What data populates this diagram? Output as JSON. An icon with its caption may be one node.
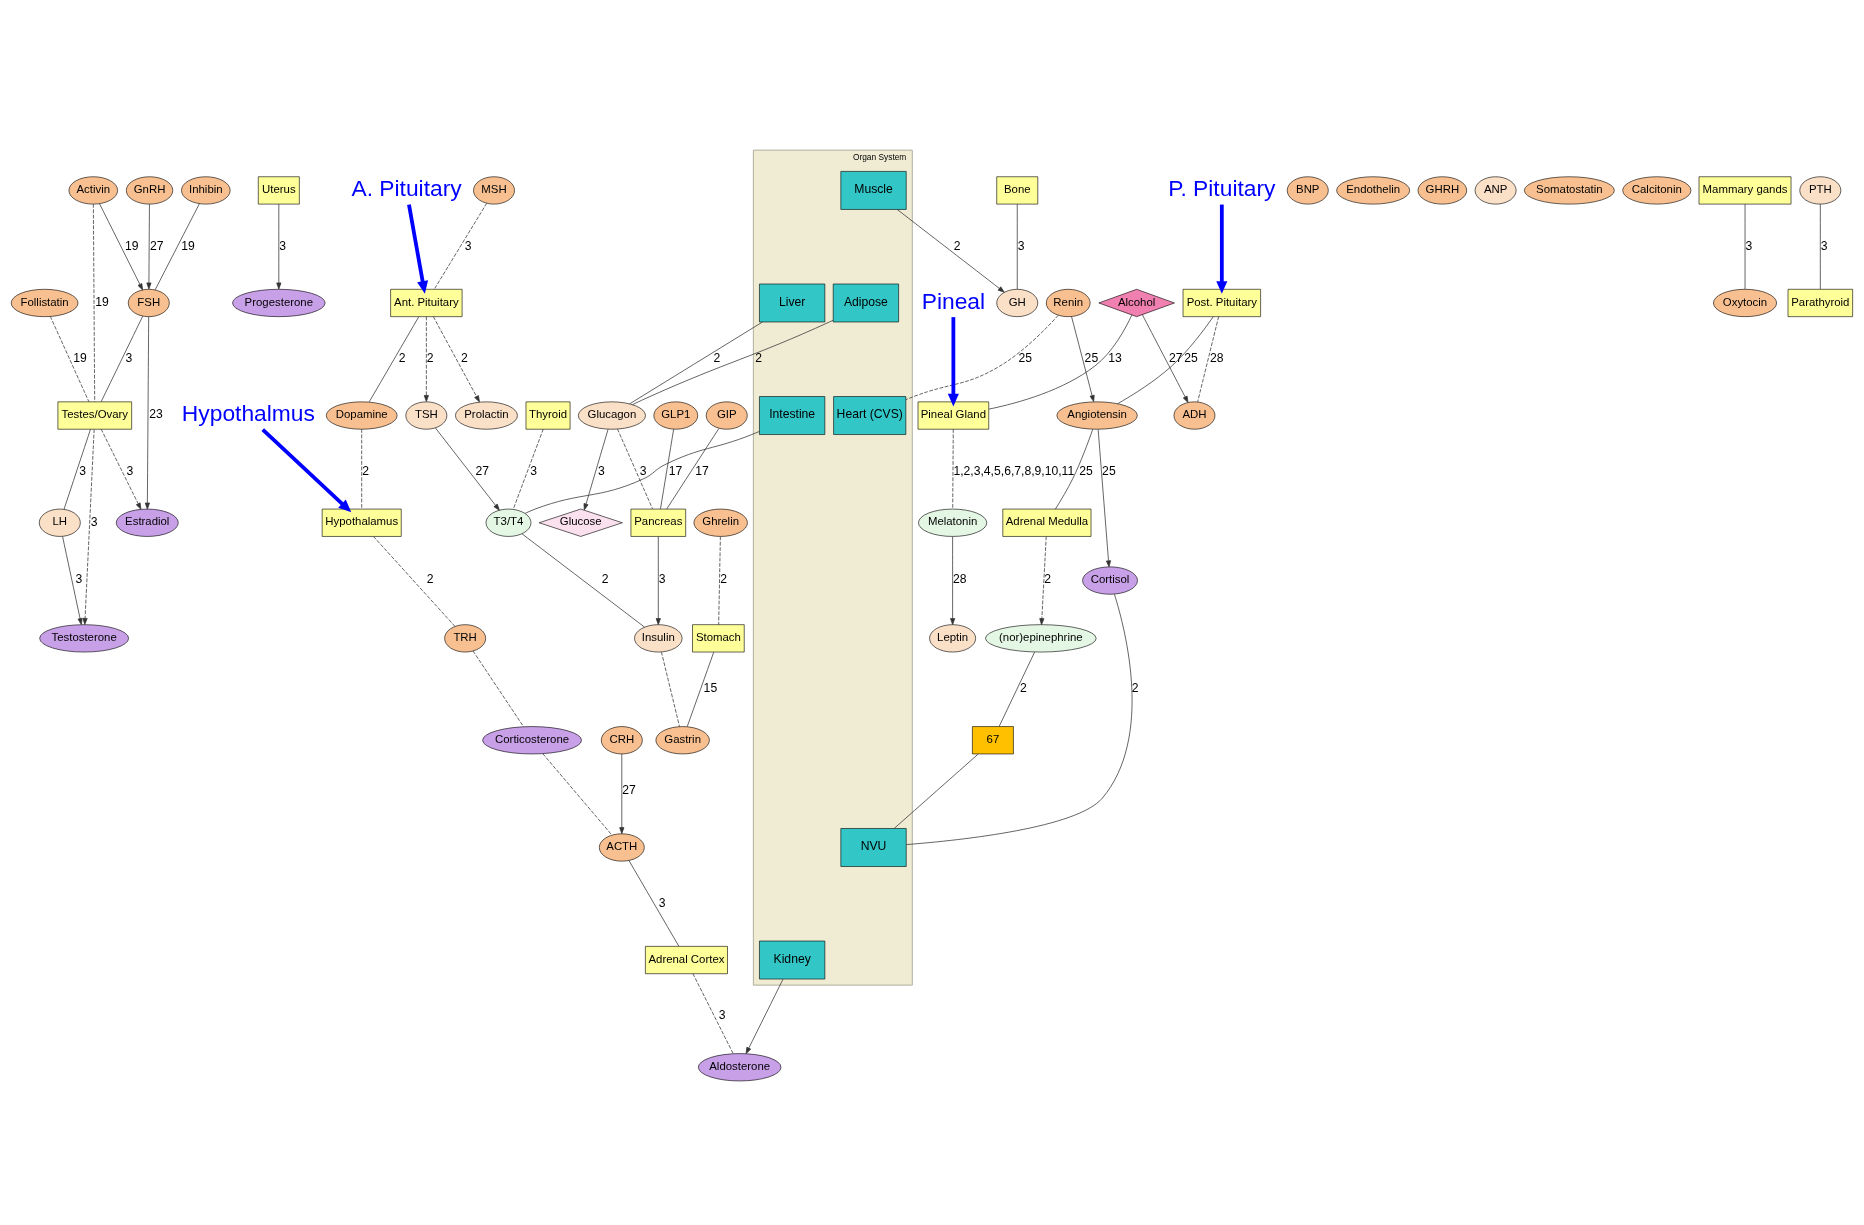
{
  "diagram": {
    "nodes": [
      {
        "text": [
          "Inhibin"
        ]
      },
      {
        "text": [
          "Follistatin"
        ]
      },
      {
        "text": [
          "Activin"
        ]
      },
      {
        "text": [
          "FSH"
        ]
      },
      {
        "text": [
          "Testes/Ovary"
        ]
      },
      {
        "text": [
          "LH"
        ]
      },
      {
        "text": [
          "Uterus"
        ]
      },
      {
        "text": [
          "Pineal Gland"
        ]
      },
      {
        "text": [
          "Melatonin"
        ]
      },
      {
        "text": [
          "BNP"
        ]
      },
      {
        "text": [
          "Post. Pituitary"
        ]
      },
      {
        "text": [
          "Angiotensin"
        ]
      },
      {
        "text": [
          "Adrenal Medulla"
        ]
      },
      {
        "text": [
          "Renin"
        ]
      },
      {
        "text": [
          "Organ System"
        ]
      },
      {
        "text": [
          "Liver"
        ],
        "in": 14
      },
      {
        "text": [
          "Adipose"
        ],
        "in": 14
      },
      {
        "text": [
          "NVU"
        ],
        "in": 14
      },
      {
        "text": [
          "Heart (CVS)"
        ],
        "in": 14
      },
      {
        "text": [
          "Muscle"
        ],
        "in": 14
      },
      {
        "text": [
          "Kidney"
        ],
        "in": 14
      },
      {
        "text": [
          "Intestine"
        ],
        "in": 14
      },
      {
        "text": [
          "Glucagon"
        ]
      },
      {
        "text": [
          "Ghrelin"
        ]
      },
      {
        "text": [
          "Stomach"
        ]
      },
      {
        "text": [
          "Alcohol"
        ]
      },
      {
        "text": [
          "Estradiol"
        ]
      },
      {
        "text": [
          "Testosterone"
        ]
      },
      {
        "text": [
          "Progesterone"
        ]
      },
      {
        "text": [
          "Endothelin"
        ]
      },
      {
        "text": [
          "GHRH"
        ]
      },
      {
        "text": [
          "ANP"
        ]
      },
      {
        "text": [
          "Somatostatin"
        ]
      },
      {
        "text": [
          "ADH"
        ]
      },
      {
        "text": [
          "Leptin"
        ]
      },
      {
        "text": [
          "Cortisol"
        ]
      },
      {
        "text": [
          "(nor)epinephrine"
        ]
      },
      {
        "text": [
          "67"
        ]
      },
      {
        "text": [
          "Glucose"
        ]
      },
      {
        "text": [
          "Calcitonin"
        ]
      },
      {
        "text": [
          "GLP1"
        ]
      },
      {
        "text": [
          "GIP"
        ]
      },
      {
        "text": [
          "Pancreas"
        ]
      },
      {
        "text": [
          "GnRH"
        ]
      },
      {
        "text": [
          "Mammary gands"
        ]
      },
      {
        "text": [
          "Oxytocin"
        ]
      },
      {
        "text": [
          "MSH"
        ]
      },
      {
        "text": [
          "Ant. Pituitary"
        ]
      },
      {
        "text": [
          "Dopamine"
        ]
      },
      {
        "text": [
          "Hypothalamus"
        ]
      },
      {
        "text": [
          "CRH"
        ]
      },
      {
        "text": [
          "Bone"
        ]
      },
      {
        "text": [
          "GH"
        ]
      },
      {
        "text": [
          "PTH"
        ]
      },
      {
        "text": [
          "Parathyroid"
        ]
      },
      {
        "text": [
          "T3/T4"
        ]
      },
      {
        "text": [
          "Insulin"
        ]
      },
      {
        "text": [
          "Gastrin"
        ]
      },
      {
        "text": [
          "TRH"
        ]
      },
      {
        "text": [
          "Corticosterone"
        ]
      },
      {
        "text": [
          "ACTH"
        ]
      },
      {
        "text": [
          "Adrenal Cortex"
        ]
      },
      {
        "text": [
          "Aldosterone"
        ]
      },
      {
        "text": [
          "Prolactin"
        ]
      },
      {
        "text": [
          "TSH"
        ]
      },
      {
        "text": [
          "Thyroid"
        ]
      },
      {
        "text": [
          "Pineal"
        ]
      },
      {
        "text": [
          "P. Pituitary"
        ]
      },
      {
        "text": [
          "A. Pituitary"
        ]
      },
      {
        "text": [
          "Hypothalmus"
        ]
      }
    ],
    "edges": [
      {
        "from": 0,
        "to": 3,
        "arrow": "none",
        "label": "19"
      },
      {
        "from": 1,
        "to": 4,
        "arrow": "none",
        "label": "19",
        "style": "dashed"
      },
      {
        "from": 2,
        "to": 3,
        "arrow": "to",
        "label": "19"
      },
      {
        "from": 2,
        "to": 4,
        "arrow": "none",
        "label": "19",
        "style": "dashed"
      },
      {
        "from": 3,
        "to": 4,
        "arrow": "none",
        "label": "3"
      },
      {
        "from": 4,
        "to": 5,
        "arrow": "none",
        "label": "3"
      },
      {
        "from": 4,
        "to": 26,
        "arrow": "to",
        "label": "3",
        "style": "dashed"
      },
      {
        "from": 4,
        "to": 27,
        "arrow": "to",
        "label": "3",
        "style": "dashed"
      },
      {
        "from": 5,
        "to": 27,
        "arrow": "to",
        "label": "3"
      },
      {
        "from": 6,
        "to": 28,
        "arrow": "to",
        "label": "3"
      },
      {
        "from": 3,
        "to": 26,
        "arrow": "to",
        "label": "23"
      },
      {
        "from": 43,
        "to": 3,
        "arrow": "to",
        "label": "27"
      },
      {
        "from": 7,
        "to": 8,
        "arrow": "none",
        "label": "1,2,3,4,5,6,7,8,9,10,11",
        "style": "dashed"
      },
      {
        "from": 25,
        "to": 7,
        "arrow": "none",
        "label": "13"
      },
      {
        "from": 25,
        "to": 33,
        "arrow": "to",
        "label": "27"
      },
      {
        "from": 8,
        "to": 34,
        "arrow": "to",
        "label": "28"
      },
      {
        "from": 10,
        "to": 11,
        "arrow": "none",
        "label": "25"
      },
      {
        "from": 10,
        "to": 33,
        "arrow": "none",
        "label": "28",
        "style": "dashed"
      },
      {
        "from": 11,
        "to": 12,
        "arrow": "none",
        "label": "25"
      },
      {
        "from": 13,
        "to": 11,
        "arrow": "to",
        "label": "25"
      },
      {
        "from": 13,
        "to": 18,
        "arrow": "none",
        "label": "25",
        "style": "dashed"
      },
      {
        "from": 11,
        "to": 35,
        "arrow": "to",
        "label": "25"
      },
      {
        "from": 12,
        "to": 36,
        "arrow": "to",
        "label": "2",
        "style": "dashed"
      },
      {
        "from": 36,
        "to": 37,
        "arrow": "none",
        "label": "2"
      },
      {
        "from": 37,
        "to": 17,
        "arrow": "none"
      },
      {
        "from": 35,
        "to": 17,
        "arrow": "none",
        "label": "2"
      },
      {
        "from": 16,
        "to": 22,
        "arrow": "none",
        "label": "2"
      },
      {
        "from": 15,
        "to": 22,
        "arrow": "none",
        "label": "2"
      },
      {
        "from": 23,
        "to": 24,
        "arrow": "none",
        "label": "2",
        "style": "dashed"
      },
      {
        "from": 22,
        "to": 38,
        "arrow": "to",
        "label": "3"
      },
      {
        "from": 22,
        "to": 42,
        "arrow": "none",
        "label": "3",
        "style": "dashed"
      },
      {
        "from": 40,
        "to": 42,
        "arrow": "none",
        "label": "17"
      },
      {
        "from": 41,
        "to": 42,
        "arrow": "none",
        "label": "17"
      },
      {
        "from": 42,
        "to": 56,
        "arrow": "to",
        "label": "3"
      },
      {
        "from": 24,
        "to": 57,
        "arrow": "none",
        "label": "15"
      },
      {
        "from": 44,
        "to": 45,
        "arrow": "none",
        "label": "3"
      },
      {
        "from": 46,
        "to": 47,
        "arrow": "none",
        "label": "3",
        "style": "dashed"
      },
      {
        "from": 47,
        "to": 48,
        "arrow": "none",
        "label": "2"
      },
      {
        "from": 48,
        "to": 49,
        "arrow": "none",
        "label": "2",
        "style": "dashed"
      },
      {
        "from": 49,
        "to": 58,
        "arrow": "none",
        "label": "2",
        "style": "dashed"
      },
      {
        "from": 47,
        "to": 63,
        "arrow": "to",
        "label": "2",
        "style": "dashed"
      },
      {
        "from": 47,
        "to": 64,
        "arrow": "to",
        "label": "2",
        "style": "dashed"
      },
      {
        "from": 50,
        "to": 60,
        "arrow": "to",
        "label": "27"
      },
      {
        "from": 58,
        "to": 59,
        "arrow": "none",
        "style": "dashed"
      },
      {
        "from": 59,
        "to": 60,
        "arrow": "none",
        "style": "dashed"
      },
      {
        "from": 60,
        "to": 61,
        "arrow": "none",
        "label": "3"
      },
      {
        "from": 61,
        "to": 62,
        "arrow": "none",
        "label": "3",
        "style": "dashed"
      },
      {
        "from": 20,
        "to": 62,
        "arrow": "to"
      },
      {
        "from": 51,
        "to": 52,
        "arrow": "none",
        "label": "3"
      },
      {
        "from": 19,
        "to": 52,
        "arrow": "to",
        "label": "2"
      },
      {
        "from": 53,
        "to": 54,
        "arrow": "none",
        "label": "3"
      },
      {
        "from": 55,
        "to": 56,
        "arrow": "none",
        "label": "2"
      },
      {
        "from": 56,
        "to": 57,
        "arrow": "none",
        "style": "dashed"
      },
      {
        "from": 21,
        "to": 55,
        "arrow": "none"
      },
      {
        "from": 65,
        "to": 55,
        "arrow": "none",
        "label": "3",
        "style": "dashed"
      },
      {
        "from": 64,
        "to": 55,
        "arrow": "to",
        "label": "27"
      },
      {
        "from": 66,
        "to": 7,
        "arrow": "to",
        "style": "thick",
        "color": "#0000ff"
      },
      {
        "from": 67,
        "to": 10,
        "arrow": "to",
        "style": "thick",
        "color": "#0000ff"
      },
      {
        "from": 68,
        "to": 47,
        "arrow": "to",
        "style": "thick",
        "color": "#0000ff"
      },
      {
        "from": 69,
        "to": 49,
        "arrow": "to",
        "style": "thick",
        "color": "#0000ff"
      }
    ]
  }
}
